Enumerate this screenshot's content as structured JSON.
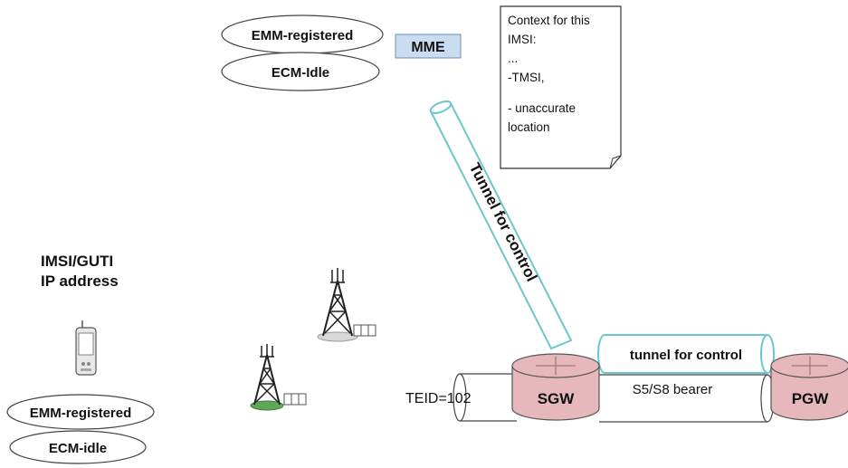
{
  "mme": {
    "state_top": "EMM-registered",
    "state_bottom": "ECM-Idle",
    "label": "MME"
  },
  "context_note": {
    "lines": [
      "Context for this",
      "IMSI:",
      "...",
      "-TMSI,",
      "- unaccurate",
      "location"
    ]
  },
  "control_tunnel_label": "Tunnel for control",
  "ue": {
    "identity_line1": "IMSI/GUTI",
    "identity_line2": "IP address",
    "state_top": "EMM-registered",
    "state_bottom": "ECM-idle"
  },
  "sgw": {
    "label": "SGW",
    "teid": "TEID=102"
  },
  "pgw": {
    "label": "PGW"
  },
  "sgw_pgw_control_tunnel": "tunnel for control",
  "s5s8_bearer": "S5/S8 bearer",
  "icons": {
    "phone": "mobile-phone-icon",
    "tower": "cell-tower-icon"
  },
  "colors": {
    "mme_fill": "#c9dcf0",
    "tunnel_stroke": "#6cc6cf",
    "router_fill": "#e6b8bc",
    "enb_active": "#5fa85a",
    "enb_idle": "#d9d9d9"
  }
}
